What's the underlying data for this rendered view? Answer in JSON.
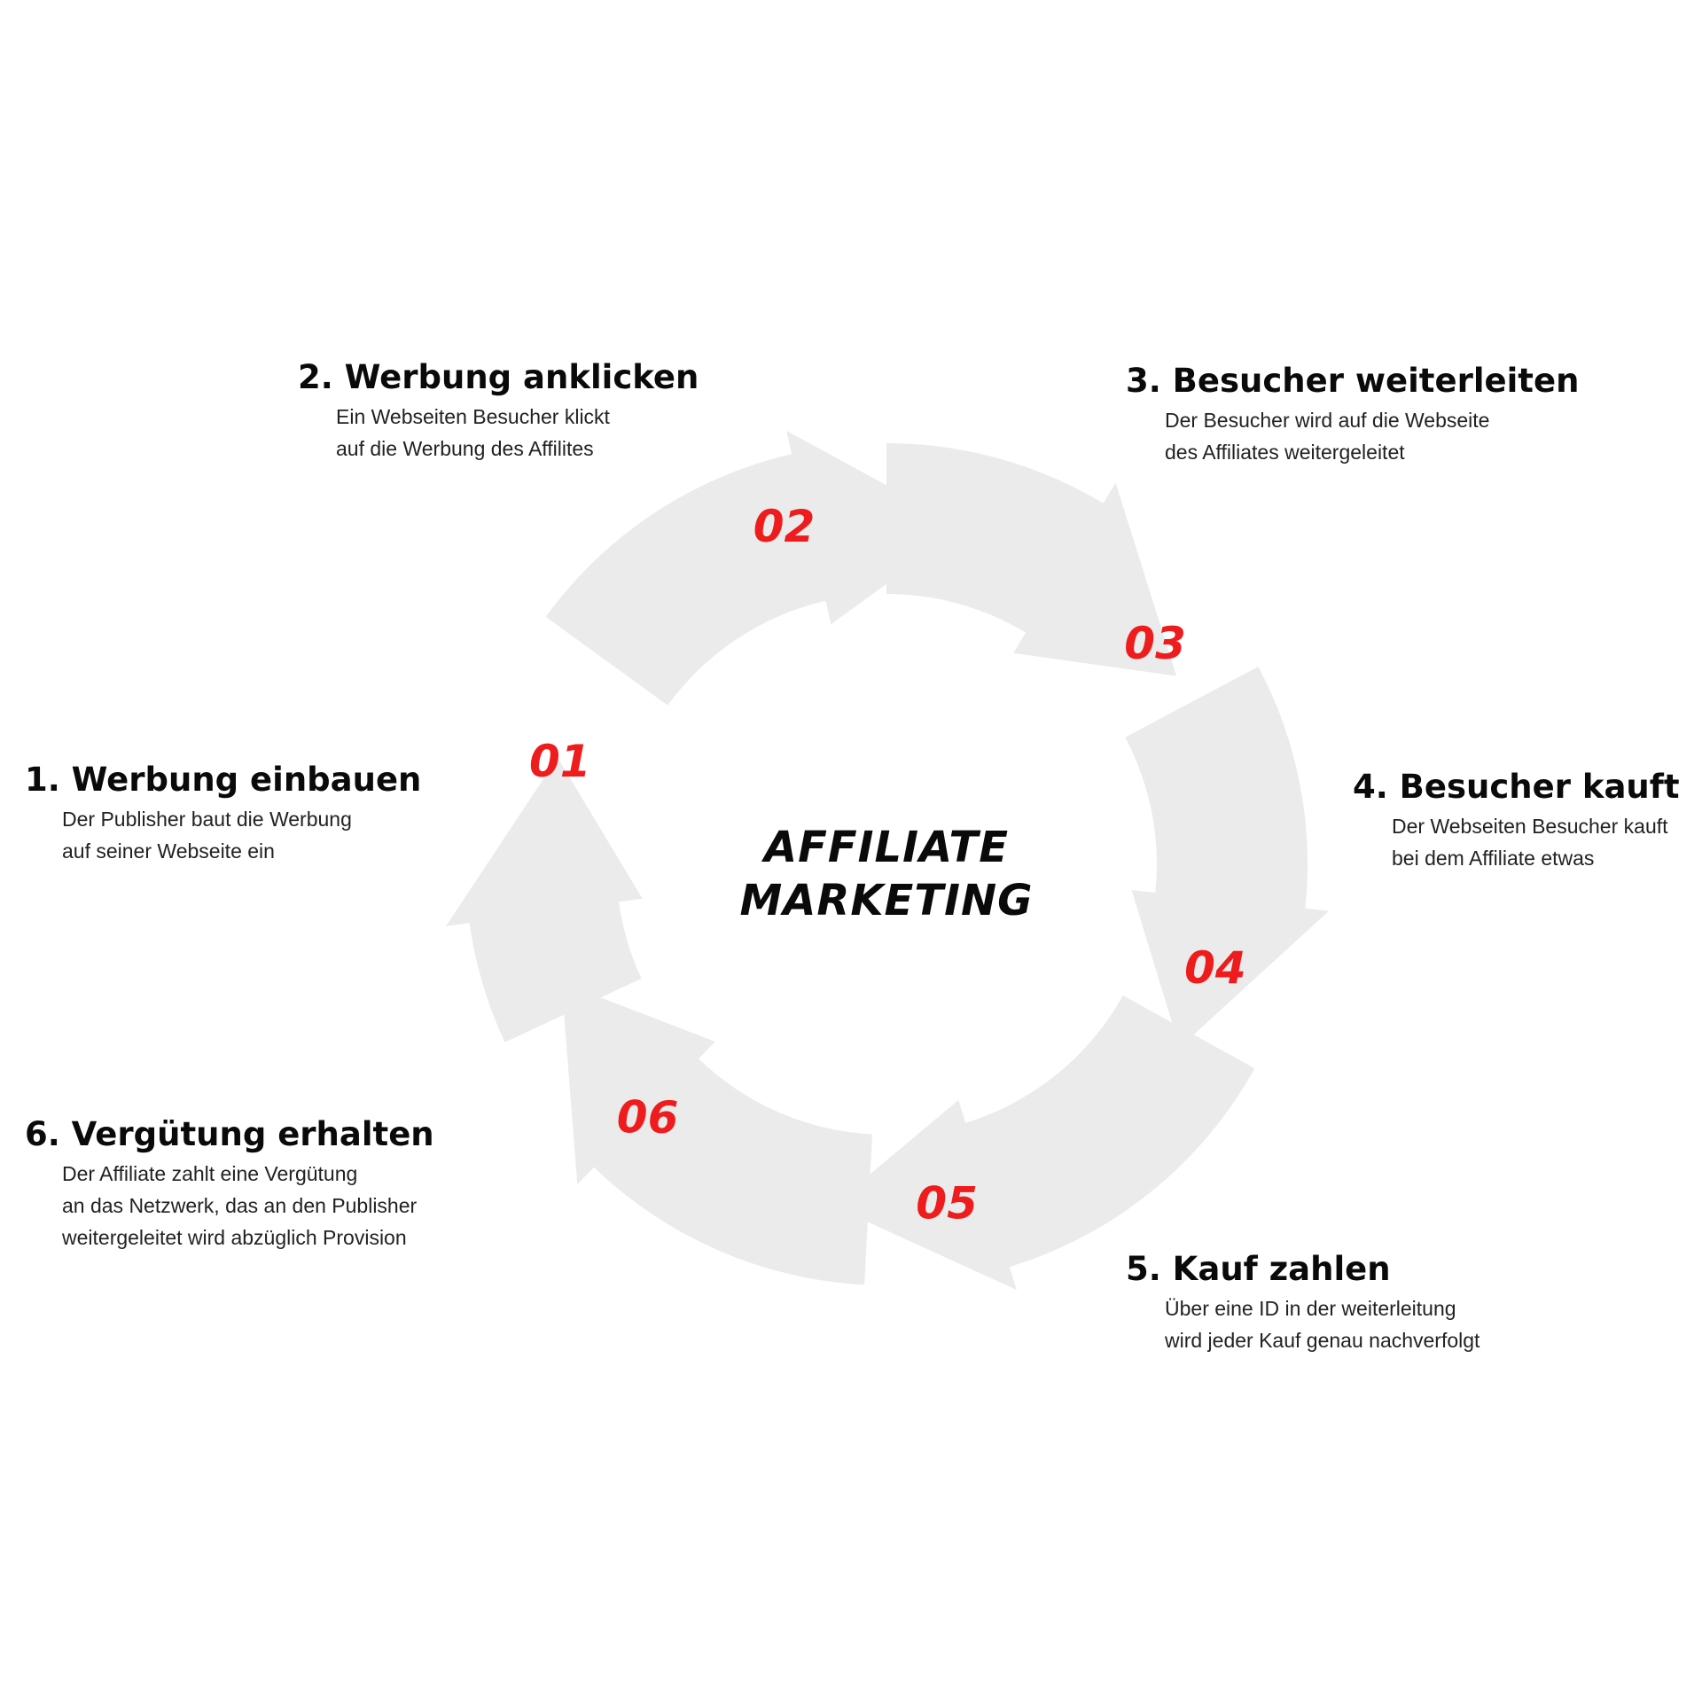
{
  "center": {
    "line1": "AFFILIATE",
    "line2": "MARKETING"
  },
  "colors": {
    "arrow": "#ebebeb",
    "number": "#ee1c1c",
    "text": "#0a0a0a"
  },
  "steps": [
    {
      "number": "01",
      "title": "1. Werbung einbauen",
      "desc": [
        "Der Publisher baut die Werbung",
        "auf seiner Webseite ein"
      ]
    },
    {
      "number": "02",
      "title": "2. Werbung anklicken",
      "desc": [
        "Ein Webseiten Besucher klickt",
        "auf die Werbung des Affilites"
      ]
    },
    {
      "number": "03",
      "title": "3. Besucher weiterleiten",
      "desc": [
        "Der Besucher wird auf die Webseite",
        "des Affiliates weitergeleitet"
      ]
    },
    {
      "number": "04",
      "title": "4. Besucher kauft",
      "desc": [
        "Der Webseiten Besucher kauft",
        "bei dem Affiliate etwas"
      ]
    },
    {
      "number": "05",
      "title": "5. Kauf zahlen",
      "desc": [
        "Über eine ID in der weiterleitung",
        "wird jeder Kauf genau nachverfolgt"
      ]
    },
    {
      "number": "06",
      "title": "6. Vergütung erhalten",
      "desc": [
        "Der Affiliate zahlt eine Vergütung",
        "an das Netzwerk, das an den Publisher",
        "weitergeleitet wird abzüglich Provision"
      ]
    }
  ]
}
